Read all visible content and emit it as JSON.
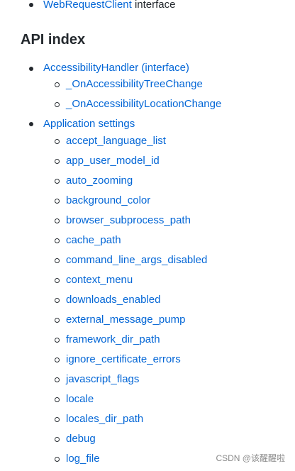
{
  "top_item": {
    "link": "WebRequestClient",
    "suffix": " interface"
  },
  "heading": "API index",
  "sections": [
    {
      "label": "AccessibilityHandler (interface)",
      "items": [
        "_OnAccessibilityTreeChange",
        "_OnAccessibilityLocationChange"
      ]
    },
    {
      "label": "Application settings",
      "items": [
        "accept_language_list",
        "app_user_model_id",
        "auto_zooming",
        "background_color",
        "browser_subprocess_path",
        "cache_path",
        "command_line_args_disabled",
        "context_menu",
        "downloads_enabled",
        "external_message_pump",
        "framework_dir_path",
        "ignore_certificate_errors",
        "javascript_flags",
        "locale",
        "locales_dir_path",
        "debug",
        "log_file"
      ]
    }
  ],
  "watermark": "CSDN @该醒醒啦"
}
